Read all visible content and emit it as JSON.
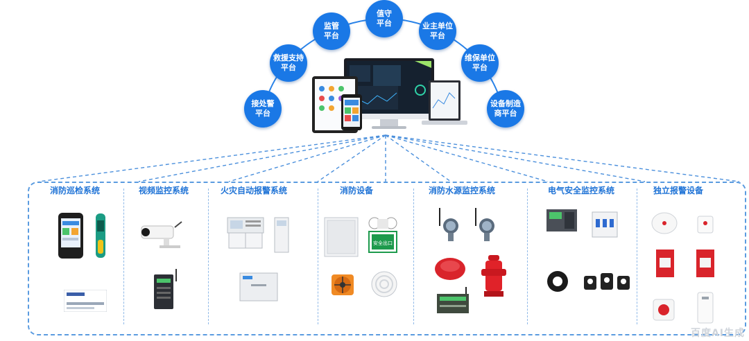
{
  "platforms": [
    {
      "id": "jiechujing",
      "line1": "接处警",
      "line2": "平台"
    },
    {
      "id": "jiuyuan",
      "line1": "救援支持",
      "line2": "平台"
    },
    {
      "id": "jianguan",
      "line1": "监管",
      "line2": "平台"
    },
    {
      "id": "zhishou",
      "line1": "值守",
      "line2": "平台"
    },
    {
      "id": "yezhu",
      "line1": "业主单位",
      "line2": "平台"
    },
    {
      "id": "weibao",
      "line1": "维保单位",
      "line2": "平台"
    },
    {
      "id": "shebei",
      "line1": "设备制造",
      "line2": "商平台"
    }
  ],
  "systems": [
    {
      "id": "xunjian",
      "title": "消防巡检系统"
    },
    {
      "id": "shipin",
      "title": "视频监控系统"
    },
    {
      "id": "huozai",
      "title": "火灾自动报警系统"
    },
    {
      "id": "xiaofang",
      "title": "消防设备"
    },
    {
      "id": "shuiyuan",
      "title": "消防水源监控系统"
    },
    {
      "id": "dianqi",
      "title": "电气安全监控系统"
    },
    {
      "id": "duli",
      "title": "独立报警设备"
    }
  ],
  "devices": {
    "exit_sign_text": "安全出口"
  },
  "watermark": "百度AI生成",
  "colors": {
    "platform_blue": "#1a78e6",
    "title_blue": "#1f73d6",
    "dash_blue": "#5a9be0",
    "alarm_red": "#d9242b"
  }
}
